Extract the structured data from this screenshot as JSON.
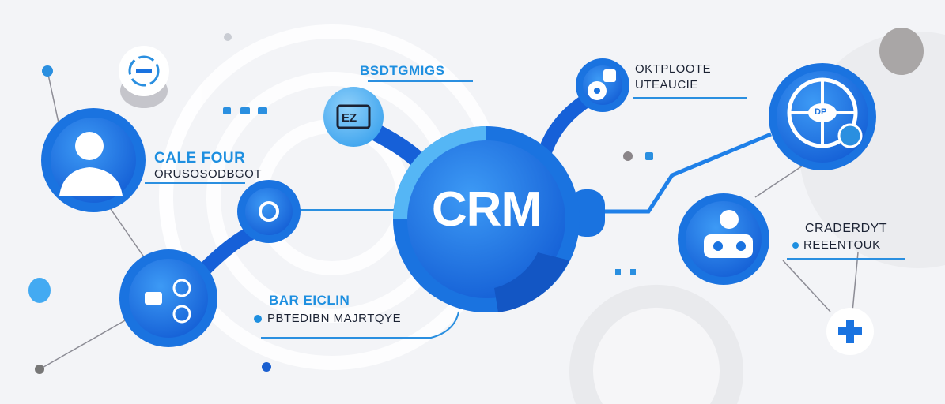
{
  "center": {
    "label": "CRM"
  },
  "labels": {
    "top_center": "BSDTGMIGS",
    "left_title": "CALE FOUR",
    "left_sub": "ORUSOSODBGOT",
    "top_right_title": "OKTPLOOTE",
    "top_right_sub": "UTEAUCIE",
    "right_title": "CRADERDYT",
    "right_sub": "REEENTOUK",
    "bottom_title": "BAR EICLIN",
    "bottom_sub": "PBTEDIBN MAJRTQYE"
  },
  "icons": {
    "ez_badge": "EZ",
    "dp_badge": "DP"
  },
  "colors": {
    "primary": "#1a73e0",
    "light": "#4fb0f0",
    "dark_text": "#1b2233"
  }
}
